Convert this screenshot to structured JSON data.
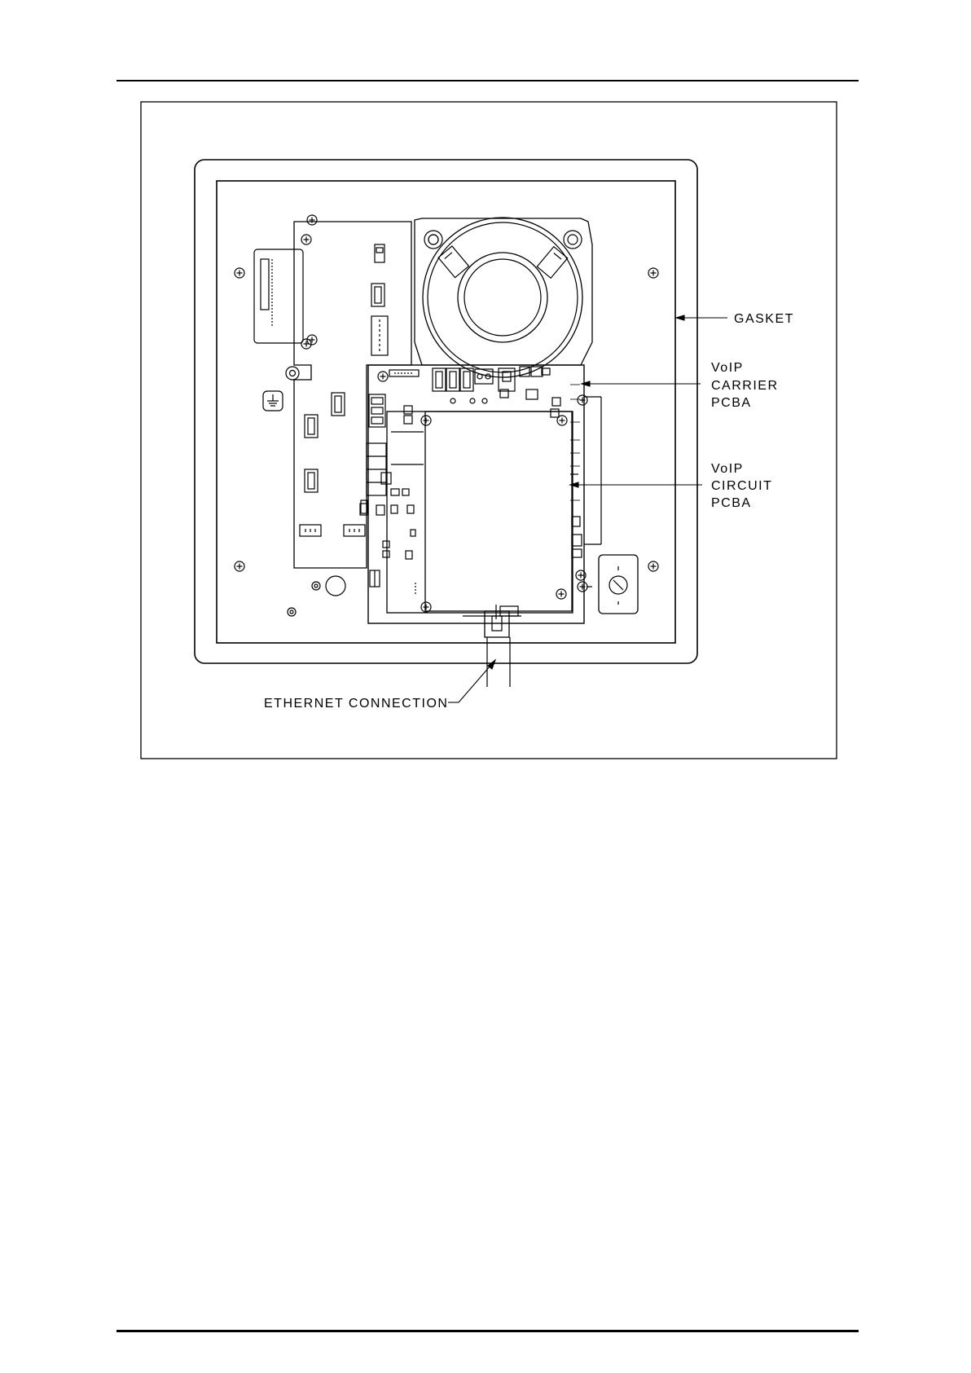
{
  "labels": {
    "gasket": "GASKET",
    "carrier_line1": "VoIP",
    "carrier_line2": "CARRIER",
    "carrier_line3": "PCBA",
    "circuit_line1": "VoIP",
    "circuit_line2": "CIRCUIT",
    "circuit_line3": "PCBA",
    "ethernet": "ETHERNET CONNECTION"
  },
  "colors": {
    "line": "#000000",
    "background": "#ffffff"
  },
  "icons": [
    "ground-icon",
    "screw-icon",
    "speaker-icon"
  ]
}
